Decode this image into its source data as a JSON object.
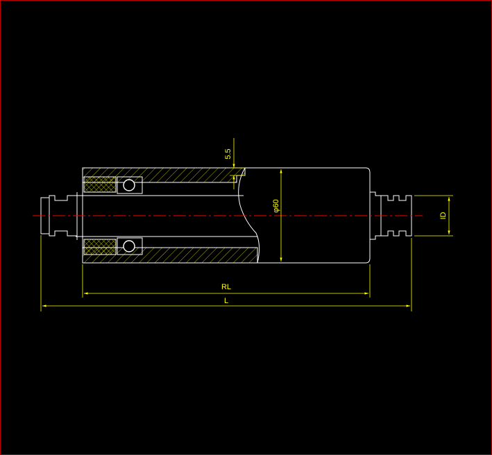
{
  "drawing": {
    "title": "",
    "colors": {
      "background": "#000000",
      "frame": "#c00000",
      "outline": "#ffffff",
      "dimension": "#ffff00",
      "centerline": "#ff0000"
    },
    "dimensions": {
      "shell_thickness": "5.5",
      "diameter": "φ60",
      "shaft_diameter": "ID",
      "roller_length": "RL",
      "overall_length": "L"
    }
  }
}
